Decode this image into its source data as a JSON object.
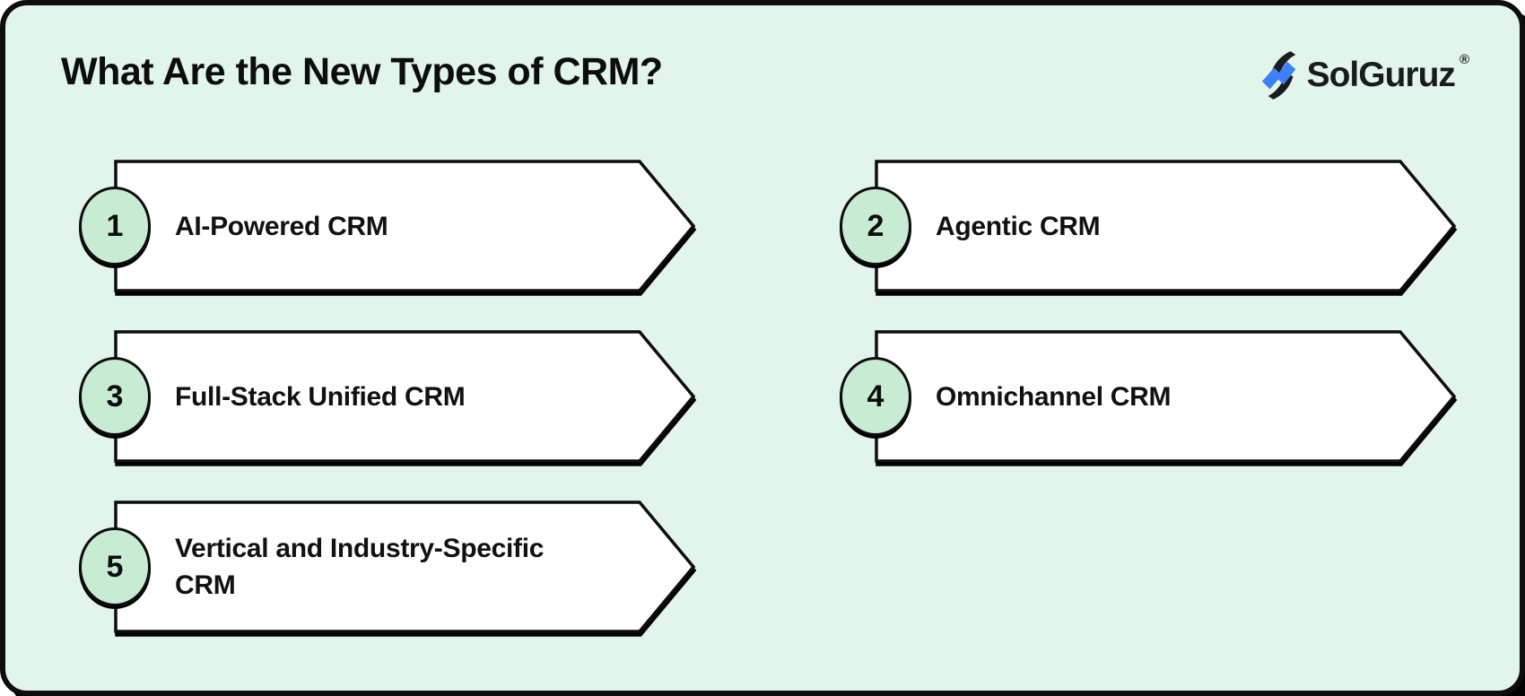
{
  "page": {
    "title": "What Are the New Types of CRM?",
    "card_color": "#e2f5ea",
    "outline_color": "#0d0d0d",
    "background_color": "#ffffff"
  },
  "logo": {
    "text": "SolGuruz",
    "registered_mark": "®",
    "icon_name": "solguruz-bolt-icon",
    "icon_blue": "#3f80f6",
    "icon_black": "#191b1f"
  },
  "items": [
    {
      "number": "1",
      "label": "AI-Powered CRM",
      "lines": [
        "AI-Powered CRM"
      ],
      "column": 1,
      "row": 1
    },
    {
      "number": "2",
      "label": "Agentic CRM",
      "lines": [
        "Agentic CRM"
      ],
      "column": 2,
      "row": 1
    },
    {
      "number": "3",
      "label": "Full-Stack Unified CRM",
      "lines": [
        "Full-Stack Unified CRM"
      ],
      "column": 1,
      "row": 2
    },
    {
      "number": "4",
      "label": "Omnichannel CRM",
      "lines": [
        "Omnichannel CRM"
      ],
      "column": 2,
      "row": 2
    },
    {
      "number": "5",
      "label": "Vertical and Industry-Specific CRM",
      "lines": [
        "Vertical and Industry-Specific",
        "CRM"
      ],
      "column": 1,
      "row": 3
    }
  ],
  "colors": {
    "badge_fill": "#c8ebd4",
    "arrow_fill": "#ffffff",
    "stroke": "#0d0d0d"
  }
}
